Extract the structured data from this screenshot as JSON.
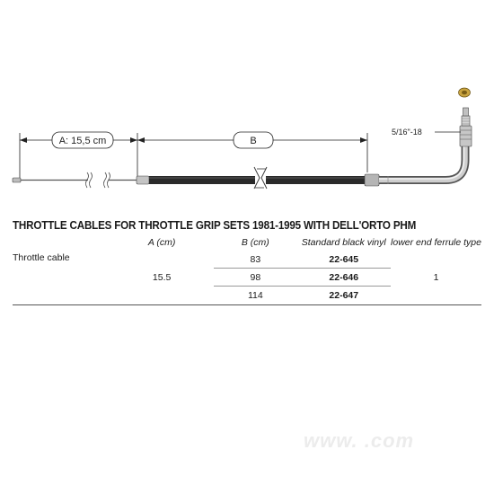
{
  "diagram": {
    "dimension_a": "A: 15,5 cm",
    "dimension_b": "B",
    "thread_spec": "5/16\"-18"
  },
  "table": {
    "title": "THROTTLE CABLES FOR THROTTLE GRIP SETS 1981-1995 WITH DELL'ORTO PHM",
    "headers": {
      "a": "A (cm)",
      "b": "B (cm)",
      "vinyl": "Standard black vinyl",
      "ferrule": "lower end ferrule type"
    },
    "row_label": "Throttle cable",
    "a_value": "15.5",
    "ferrule_value": "1",
    "rows": [
      {
        "b": "83",
        "part": "22-645"
      },
      {
        "b": "98",
        "part": "22-646"
      },
      {
        "b": "114",
        "part": "22-647"
      }
    ]
  },
  "watermark": "www.         .com"
}
